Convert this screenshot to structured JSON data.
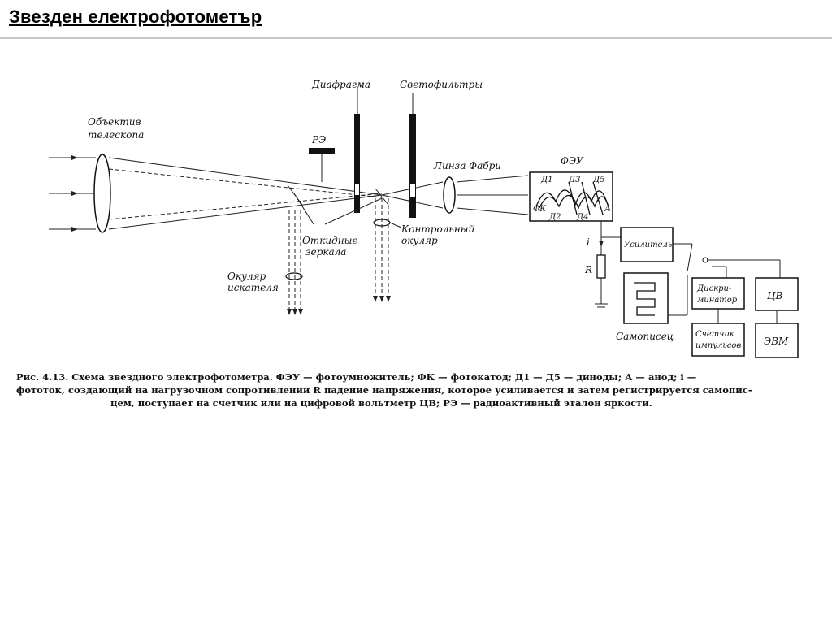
{
  "slide": {
    "title": "Звезден електрофотометър"
  },
  "diagram": {
    "labels": {
      "objective_line1": "Объектив",
      "objective_line2": "телескопа",
      "diaphragm": "Диафрагма",
      "filters": "Светофильтры",
      "re": "РЭ",
      "fabry_lens": "Линза Фабри",
      "feu": "ФЭУ",
      "fk": "ФК",
      "d1": "Д1",
      "d2": "Д2",
      "d3": "Д3",
      "d4": "Д4",
      "d5": "Д5",
      "anode": "А",
      "mirrors_line1": "Откидные",
      "mirrors_line2": "зеркала",
      "control_ocular_line1": "Контрольный",
      "control_ocular_line2": "окуляр",
      "finder_ocular_line1": "Окуляр",
      "finder_ocular_line2": "искателя",
      "current": "i",
      "resistor": "R",
      "amplifier": "Усилитель",
      "discriminator_line1": "Дискри-",
      "discriminator_line2": "минатор",
      "counter_line1": "Счетчик",
      "counter_line2": "импульсов",
      "voltmeter": "ЦВ",
      "computer": "ЭВМ",
      "recorder": "Самописец"
    },
    "caption": {
      "line1": "Рис. 4.13. Схема звездного электрофотометра. ФЭУ — фотоумножитель; ФК — фотокатод; Д1 — Д5 — диноды; А — анод; i —",
      "line2": "фототок, создающий на нагрузочном сопротивлении R падение напряжения, которое усиливается и затем регистрируется самопис-",
      "line3": "цем, поступает на счетчик или на цифровой вольтметр ЦВ; РЭ — радиоактивный эталон яркости."
    }
  }
}
